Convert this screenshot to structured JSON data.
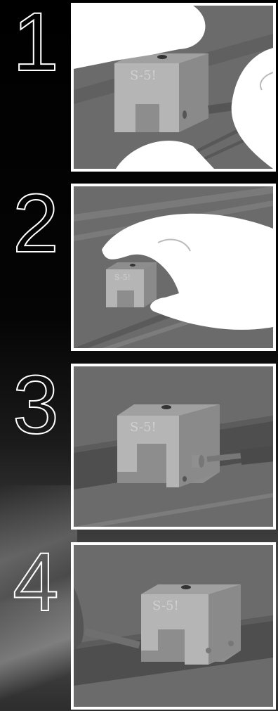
{
  "steps": [
    {
      "number": "1",
      "bracket_label": "S-5!"
    },
    {
      "number": "2",
      "bracket_label": "S-5!"
    },
    {
      "number": "3",
      "bracket_label": "S-5!"
    },
    {
      "number": "4",
      "bracket_label": "S-5!"
    }
  ],
  "colors": {
    "roof": "#6b6b6b",
    "roof_dark": "#4e4e4e",
    "bracket": "#a9a9a9",
    "hand": "#ffffff",
    "frame": "#ffffff"
  },
  "icons": [
    "hand-icon",
    "clamp-bracket-icon",
    "hex-driver-icon",
    "set-screw-icon"
  ]
}
